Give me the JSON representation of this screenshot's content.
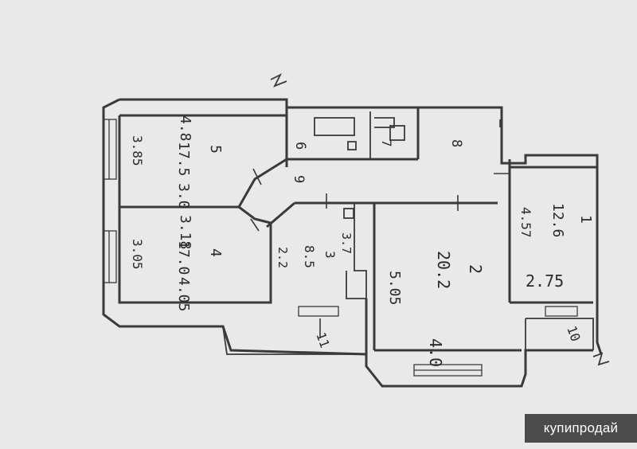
{
  "rooms": [
    {
      "id": "r5",
      "number": "5",
      "area": "17.5",
      "dim_top": "4.8",
      "dim_left": "3.85",
      "dim_bottom": "3.0"
    },
    {
      "id": "r4",
      "number": "4",
      "area": "17.0",
      "dim_top": "3.18",
      "dim_left": "3.05",
      "dim_bottom": "4.05"
    },
    {
      "id": "r3",
      "number": "3",
      "area": "8.5",
      "dim_left": "2.2",
      "dim_right": "3.7"
    },
    {
      "id": "r2",
      "number": "2",
      "area": "20.2",
      "dim_left": "5.05",
      "dim_bottom": "4.0"
    },
    {
      "id": "r1",
      "number": "1",
      "area": "12.6",
      "dim_left": "4.57",
      "dim_bottom": "2.75"
    }
  ],
  "small_labels": {
    "corridor": "9",
    "hall": "8",
    "bath": "6",
    "wc": "7",
    "balcony_left": "11",
    "balcony_right": "10"
  },
  "watermark": "купипродай"
}
